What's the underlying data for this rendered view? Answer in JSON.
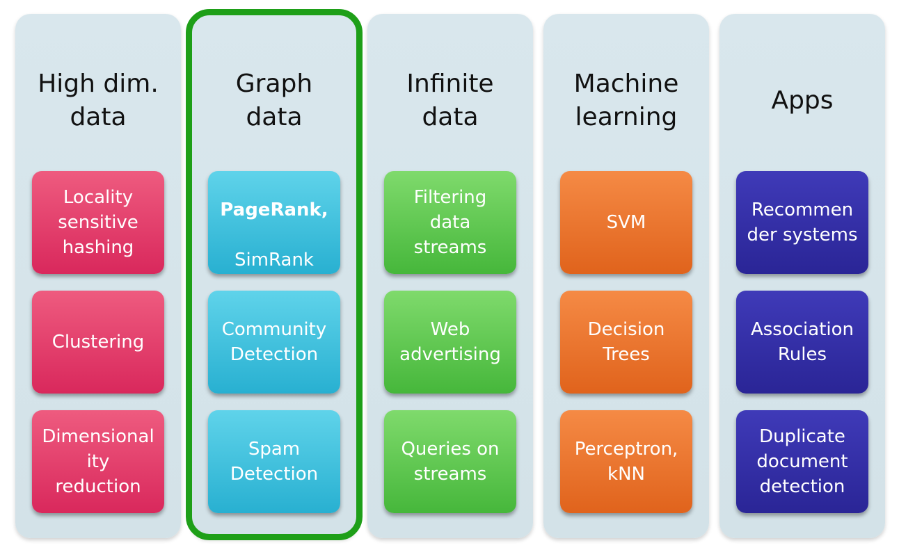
{
  "columns": [
    {
      "title": "High dim.\ndata",
      "tiles": [
        "Locality\nsensitive\nhashing",
        "Clustering",
        "Dimensional\nity\nreduction"
      ]
    },
    {
      "title": "Graph\ndata",
      "tile1_bold": "PageRank,",
      "tile1_rest": "SimRank",
      "tiles_rest": [
        "Community\nDetection",
        "Spam\nDetection"
      ]
    },
    {
      "title": "Infinite\ndata",
      "tiles": [
        "Filtering\ndata\nstreams",
        "Web\nadvertising",
        "Queries on\nstreams"
      ]
    },
    {
      "title": "Machine\nlearning",
      "tiles": [
        "SVM",
        "Decision\nTrees",
        "Perceptron,\nkNN"
      ]
    },
    {
      "title": "Apps",
      "tiles": [
        "Recommen\nder systems",
        "Association\nRules",
        "Duplicate\ndocument\ndetection"
      ]
    }
  ],
  "colors": {
    "high_dim": "#d9285c",
    "graph": "#28b0d1",
    "infinite": "#46b73b",
    "machine_learning": "#e0631c",
    "apps": "#2a2596",
    "highlight_border": "#1e9f18",
    "column_bg": "#d9e7ed"
  }
}
